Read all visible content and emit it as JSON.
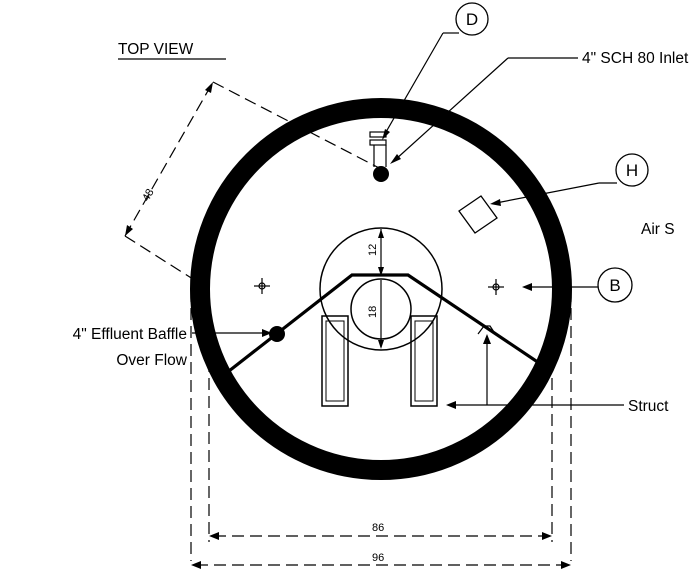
{
  "title": "TOP VIEW",
  "callouts": {
    "inlet": "4\" SCH 80 Inlet",
    "air": "Air S",
    "structure": "Struct",
    "baffle_line1": "4\" Effluent Baffle",
    "baffle_line2": "Over Flow"
  },
  "bubbles": {
    "d": "D",
    "h": "H",
    "b": "B"
  },
  "dimensions": {
    "diagonal": "48",
    "riser_gap": "12",
    "inner_opening": "18",
    "inner_width": "86",
    "outer_width": "96"
  }
}
